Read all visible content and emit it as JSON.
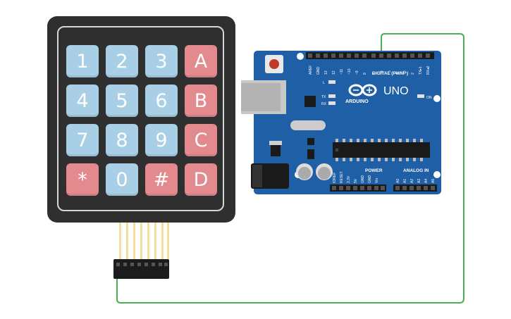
{
  "colors": {
    "wire": "#4caf50",
    "board": "#1f5fa6",
    "board_dark": "#164c87",
    "key_blue": "#a8cfe5",
    "key_red": "#e38a8f",
    "keypad_body": "#2f2f2f"
  },
  "keypad": {
    "keys": [
      {
        "label": "1",
        "color": "blue"
      },
      {
        "label": "2",
        "color": "blue"
      },
      {
        "label": "3",
        "color": "blue"
      },
      {
        "label": "A",
        "color": "red"
      },
      {
        "label": "4",
        "color": "blue"
      },
      {
        "label": "5",
        "color": "blue"
      },
      {
        "label": "6",
        "color": "blue"
      },
      {
        "label": "B",
        "color": "red"
      },
      {
        "label": "7",
        "color": "blue"
      },
      {
        "label": "8",
        "color": "blue"
      },
      {
        "label": "9",
        "color": "blue"
      },
      {
        "label": "C",
        "color": "red"
      },
      {
        "label": "*",
        "color": "red"
      },
      {
        "label": "0",
        "color": "blue"
      },
      {
        "label": "#",
        "color": "red"
      },
      {
        "label": "D",
        "color": "red"
      }
    ]
  },
  "arduino": {
    "model": "UNO",
    "brand": "ARDUINO",
    "digital_header_label": "DIGITAL (PWM~)",
    "power_label": "POWER",
    "analog_label": "ANALOG IN",
    "on_label": "ON",
    "l_label": "L",
    "tx_label": "TX",
    "rx_label": "RX",
    "digital_pins": [
      "AREF",
      "GND",
      "13",
      "12",
      "~11",
      "~10",
      "~9",
      "8",
      "7",
      "~6",
      "~5",
      "4",
      "~3",
      "2",
      "TX▸1",
      "RX◂0"
    ],
    "power_pins": [
      "IOREF",
      "RESET",
      "3.3V",
      "5V",
      "GND",
      "GND",
      "Vin"
    ],
    "analog_pins": [
      "A0",
      "A1",
      "A2",
      "A3",
      "A4",
      "A5"
    ]
  }
}
